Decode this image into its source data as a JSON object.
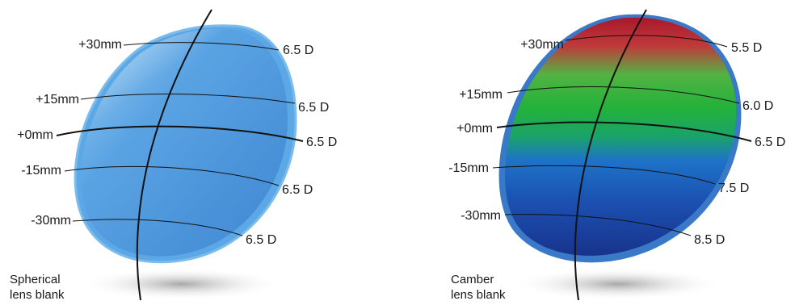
{
  "left_lens": {
    "caption_line1": "Spherical",
    "caption_line2": "lens blank",
    "positions": [
      "+30mm",
      "+15mm",
      "+0mm",
      "-15mm",
      "-30mm"
    ],
    "powers": [
      "6.5 D",
      "6.5 D",
      "6.5 D",
      "6.5 D",
      "6.5 D"
    ],
    "color": "#4a90d9"
  },
  "right_lens": {
    "caption_line1": "Camber",
    "caption_line2": "lens blank",
    "positions": [
      "+30mm",
      "+15mm",
      "+0mm",
      "-15mm",
      "-30mm"
    ],
    "powers": [
      "5.5 D",
      "6.0 D",
      "6.5 D",
      "7.5 D",
      "8.5 D"
    ],
    "zone_colors": [
      "#b01e2e",
      "#2fb83a",
      "#1e7fd0",
      "#1a4fb0",
      "#1a3a98"
    ]
  }
}
